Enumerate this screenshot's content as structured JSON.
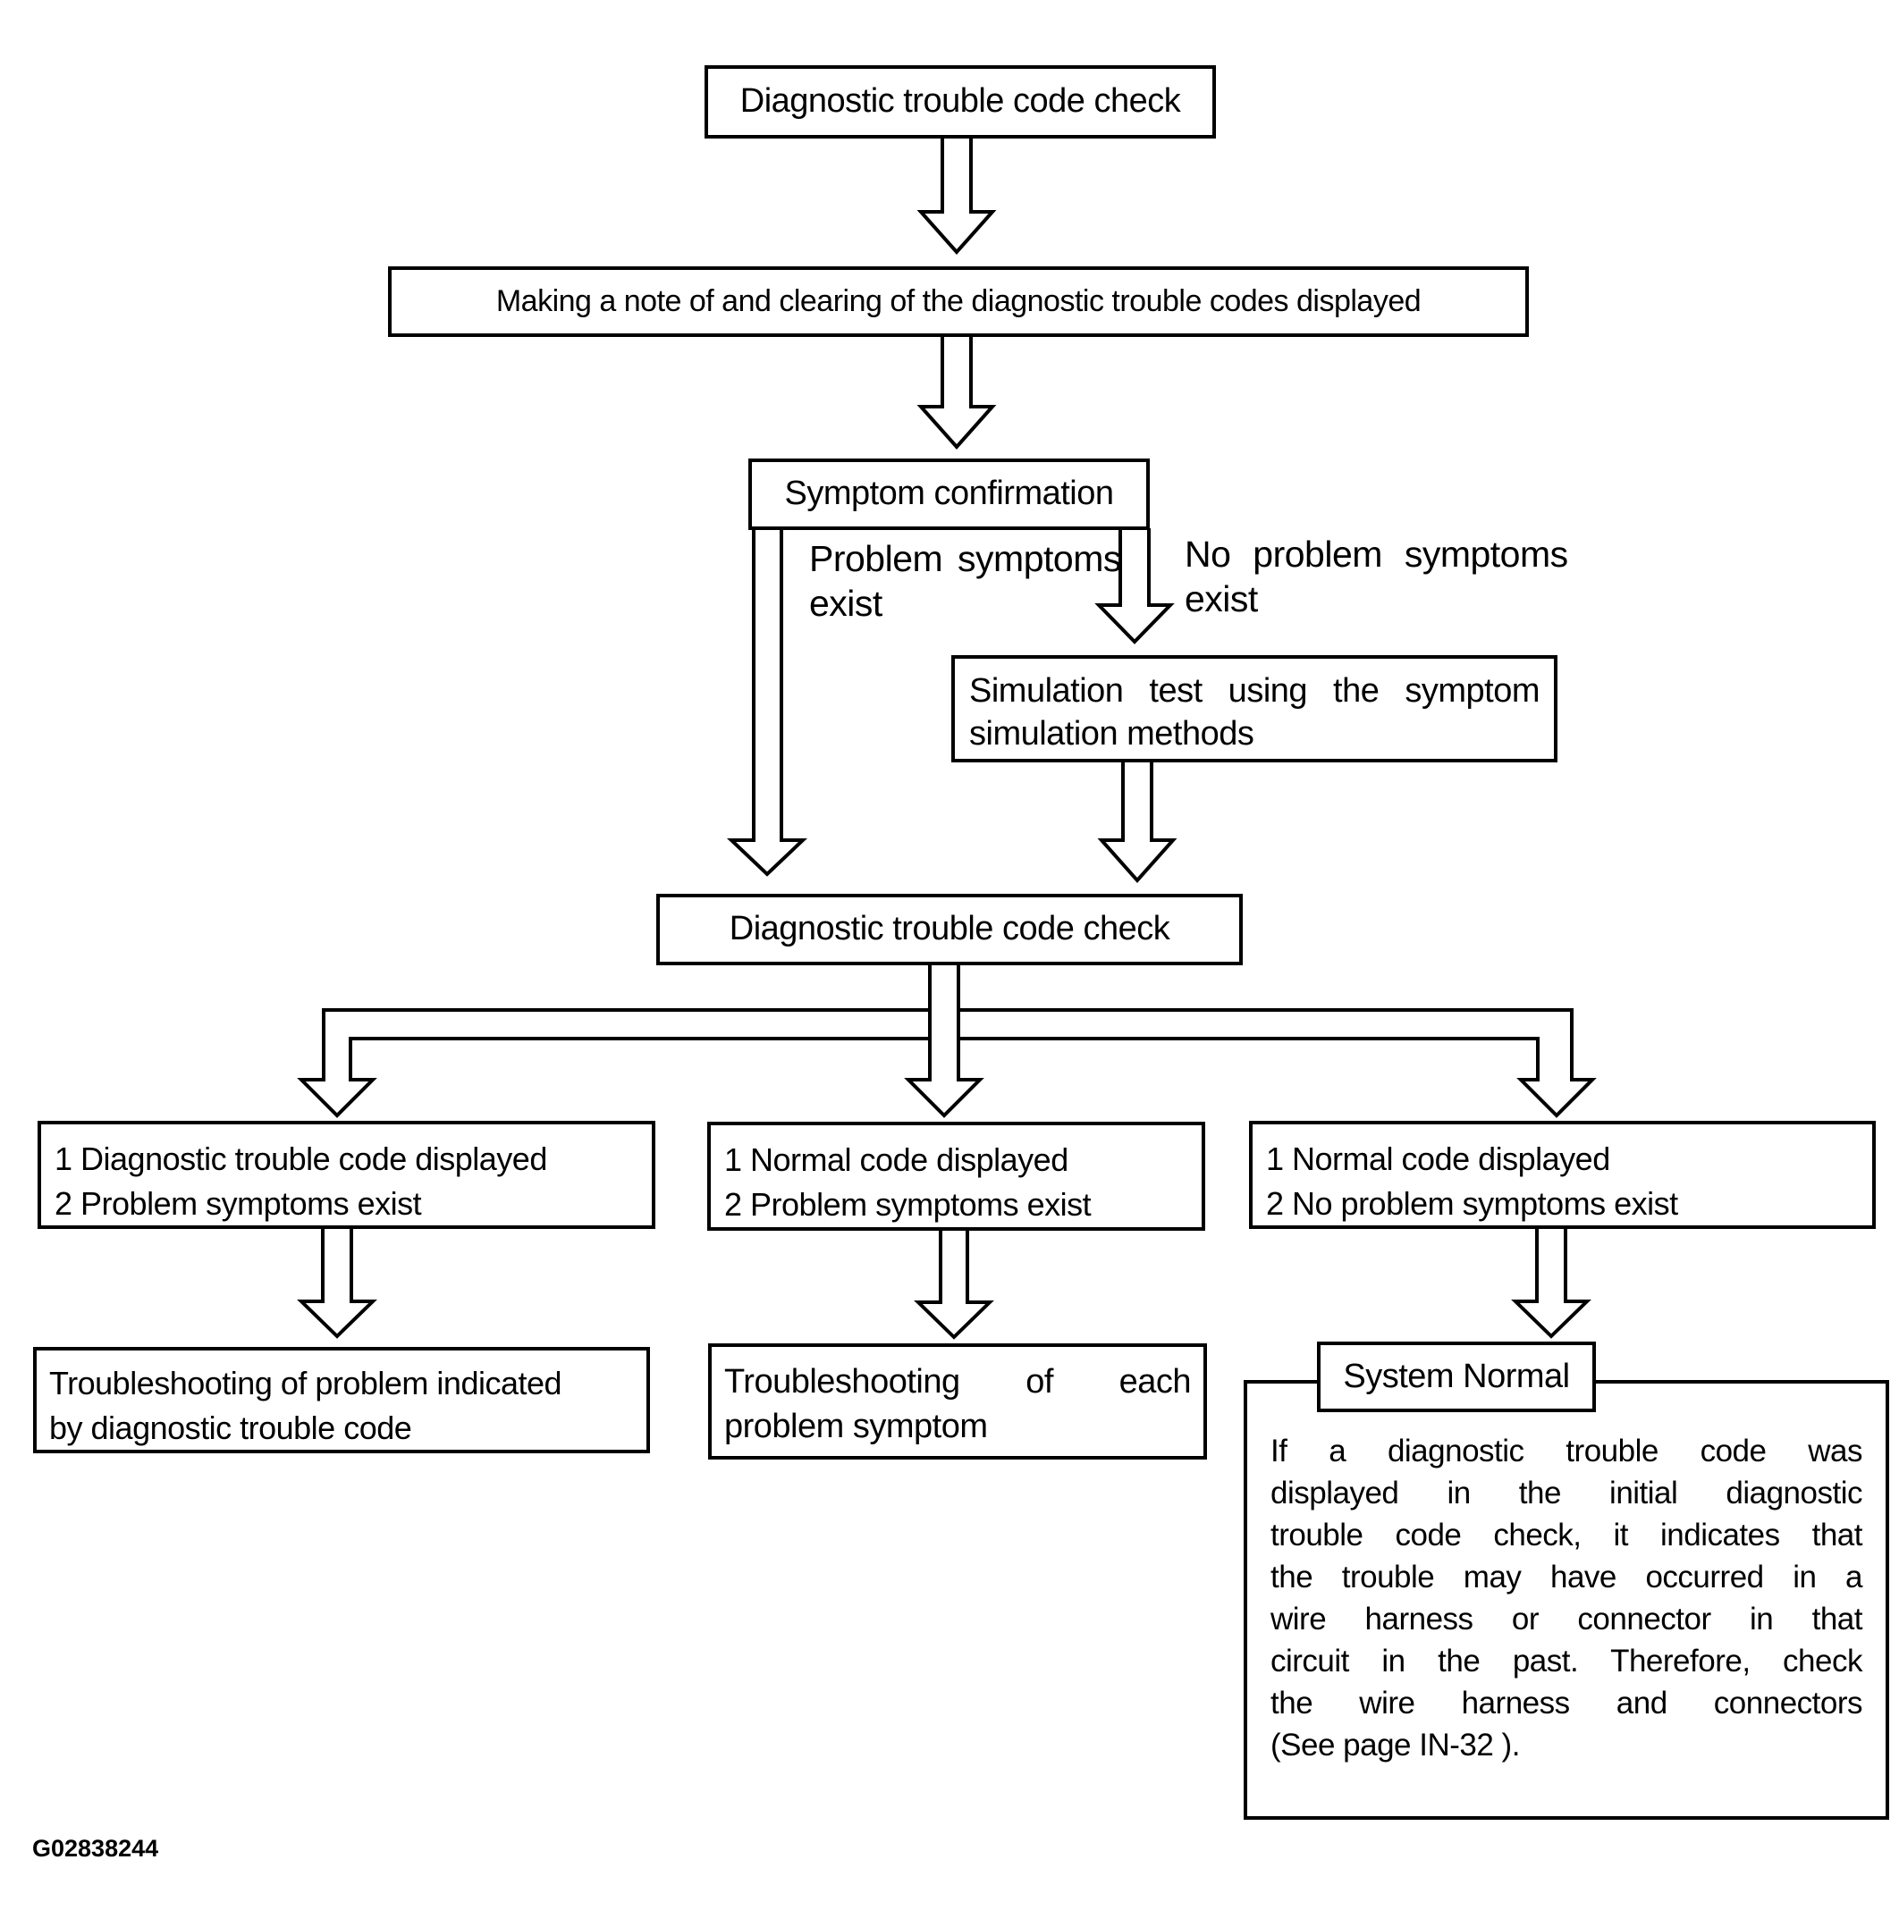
{
  "page": {
    "background": "#ffffff",
    "line_color": "#000000",
    "text_color": "#000000",
    "figure_id": "G02838244"
  },
  "nodes": {
    "dtc_check_1": {
      "label": "Diagnostic trouble code check"
    },
    "note_and_clear": {
      "label": "Making a note of and clearing of the diagnostic trouble codes displayed"
    },
    "symptom_confirmation": {
      "label": "Symptom confirmation"
    },
    "simulation_test": {
      "lines": [
        "Simulation test using the symptom",
        "simulation methods"
      ]
    },
    "dtc_check_2": {
      "label": "Diagnostic trouble code check"
    },
    "outcome_left": {
      "lines": [
        "1 Diagnostic trouble code displayed",
        "2 Problem symptoms exist"
      ]
    },
    "outcome_middle": {
      "lines": [
        "1 Normal code displayed",
        "2 Problem symptoms exist"
      ]
    },
    "outcome_right": {
      "lines": [
        "1 Normal code displayed",
        "2 No problem symptoms exist"
      ]
    },
    "troubleshoot_dtc": {
      "lines": [
        "Troubleshooting of problem indicated",
        "by diagnostic trouble code"
      ]
    },
    "troubleshoot_symptom": {
      "lines": [
        "Troubleshooting of each",
        "problem symptom"
      ]
    },
    "system_normal": {
      "label": "System Normal"
    },
    "system_normal_note": {
      "lines": [
        "If a diagnostic trouble code was",
        "displayed in the initial diagnostic",
        "trouble code check, it indicates that",
        "the trouble may have occurred in a",
        "wire harness or connector in that",
        "circuit in the past. Therefore, check",
        "the wire harness and connectors",
        "(See page IN-32 )."
      ]
    }
  },
  "edge_labels": {
    "problem_symptoms": {
      "lines": [
        "Problem symptoms",
        "exist"
      ]
    },
    "no_problem_symptoms": {
      "lines": [
        "No problem symptoms",
        "exist"
      ]
    }
  }
}
